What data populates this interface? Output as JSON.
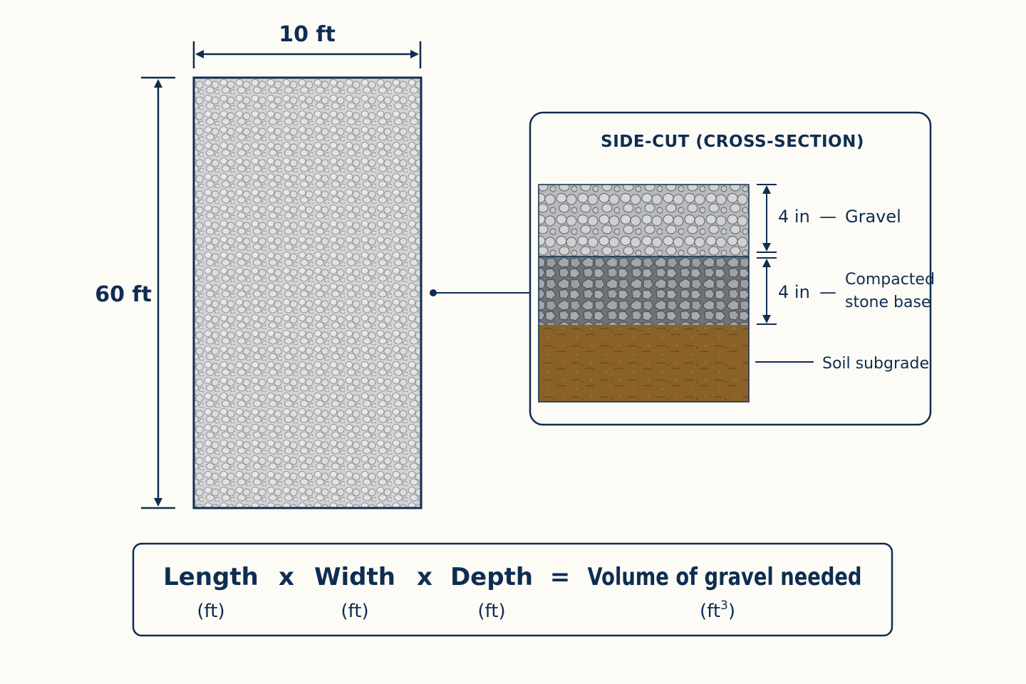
{
  "plan": {
    "width_label": "10 ft",
    "length_label": "60 ft"
  },
  "cross_section": {
    "title": "SIDE-CUT (CROSS-SECTION)",
    "layers": [
      {
        "thickness": "4 in",
        "dash": "—",
        "name_line1": "Gravel",
        "name_line2": ""
      },
      {
        "thickness": "4 in",
        "dash": "—",
        "name_line1": "Compacted",
        "name_line2": "stone base"
      },
      {
        "name_line1": "Soil subgrade"
      }
    ]
  },
  "formula": {
    "terms": [
      {
        "label": "Length",
        "unit": "(ft)"
      },
      {
        "label": "Width",
        "unit": "(ft)"
      },
      {
        "label": "Depth",
        "unit": "(ft)"
      }
    ],
    "operators": [
      "x",
      "x",
      "="
    ],
    "result": {
      "label": "Volume of gravel needed",
      "unit_base": "(ft",
      "unit_exp": "3",
      "unit_close": ")"
    }
  },
  "colors": {
    "ink": "#0f2d52",
    "background": "#fcfbf5",
    "gravel": "#c9cacb",
    "stone_base": "#8f9397",
    "soil": "#8a6128"
  }
}
